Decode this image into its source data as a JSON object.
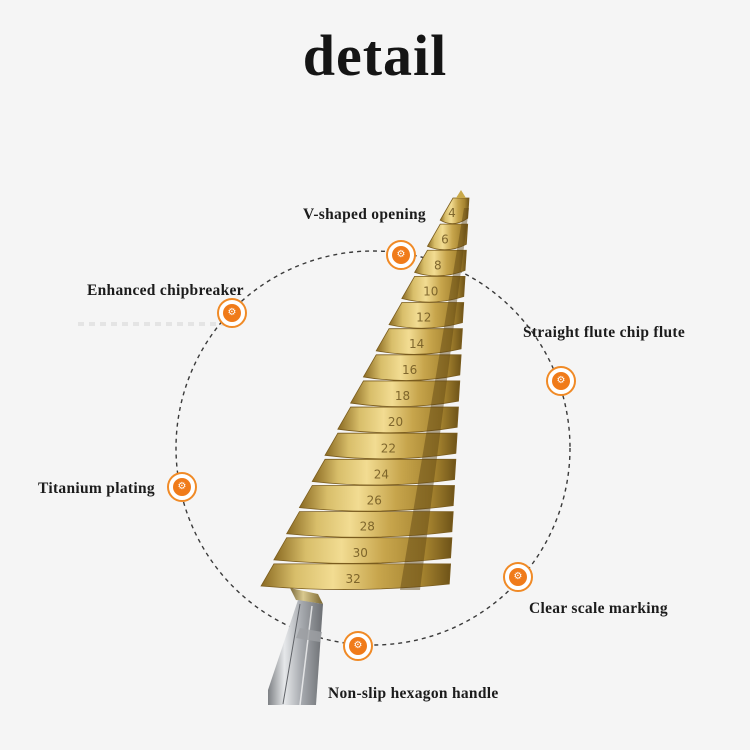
{
  "title": "detail",
  "labels": {
    "v_shaped": "V-shaped opening",
    "chipbreaker": "Enhanced chipbreaker",
    "straight_flute": "Straight flute chip flute",
    "titanium": "Titanium plating",
    "scale": "Clear scale marking",
    "hex_handle": "Non-slip hexagon handle"
  },
  "scale_marks": [
    "4",
    "6",
    "8",
    "10",
    "12",
    "14",
    "16",
    "18",
    "20",
    "22",
    "24",
    "26",
    "28",
    "30",
    "32"
  ],
  "colors": {
    "accent": "#f07b1a",
    "titanium_gold": "#c9a94a",
    "shank_steel": "#b9bcc0",
    "text": "#1c1c1c"
  },
  "icon": "settings-badge-icon"
}
